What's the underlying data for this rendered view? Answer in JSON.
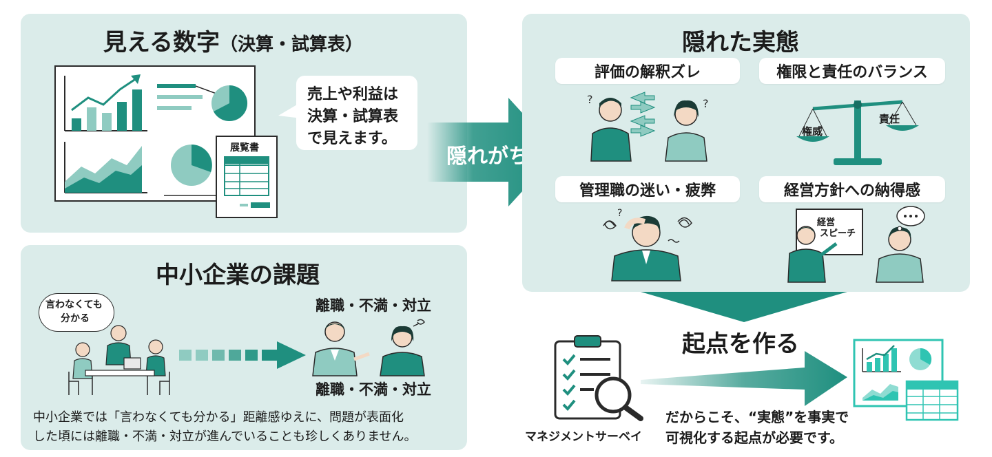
{
  "visible_numbers": {
    "title": "見える数字",
    "title_sub": "（決算・試算表）",
    "bubble_lines": [
      "売上や利益は",
      "決算・試算表",
      "で見えます。"
    ],
    "doc_label": "展覧書"
  },
  "arrow_main": {
    "label": "隠れがち"
  },
  "hidden_reality": {
    "title": "隠れた実態",
    "items": [
      {
        "label": "評価の解釈ズレ"
      },
      {
        "label": "権限と責任のバランス"
      },
      {
        "label": "管理職の迷い・疲弊"
      },
      {
        "label": "経営方針への納得感"
      }
    ],
    "scale_left": "権威",
    "scale_right": "責任",
    "board_text": [
      "経営",
      "スピーチ"
    ]
  },
  "sme": {
    "title": "中小企業の課題",
    "speech_lines": [
      "言わなくても",
      "分かる"
    ],
    "result_label_top": "離職・不満・対立",
    "result_label_bottom": "離職・不満・対立",
    "body_lines": [
      "中小企業では「言わなくても分かる」距離感ゆえに、問題が表面化",
      "した頃には離職・不満・対立が進んでいることも珍しくありません。"
    ]
  },
  "start": {
    "title": "起点を作る",
    "survey_label": "マネジメントサーベイ",
    "desc_lines": [
      "だからこそ、“実態”を事実で",
      "可視化する起点が必要です。"
    ]
  },
  "colors": {
    "teal": "#1f8f7f",
    "teal_dark": "#166f63",
    "teal_light": "#8fcbc1",
    "panel": "#dbecea",
    "bright": "#2fc4b2"
  }
}
